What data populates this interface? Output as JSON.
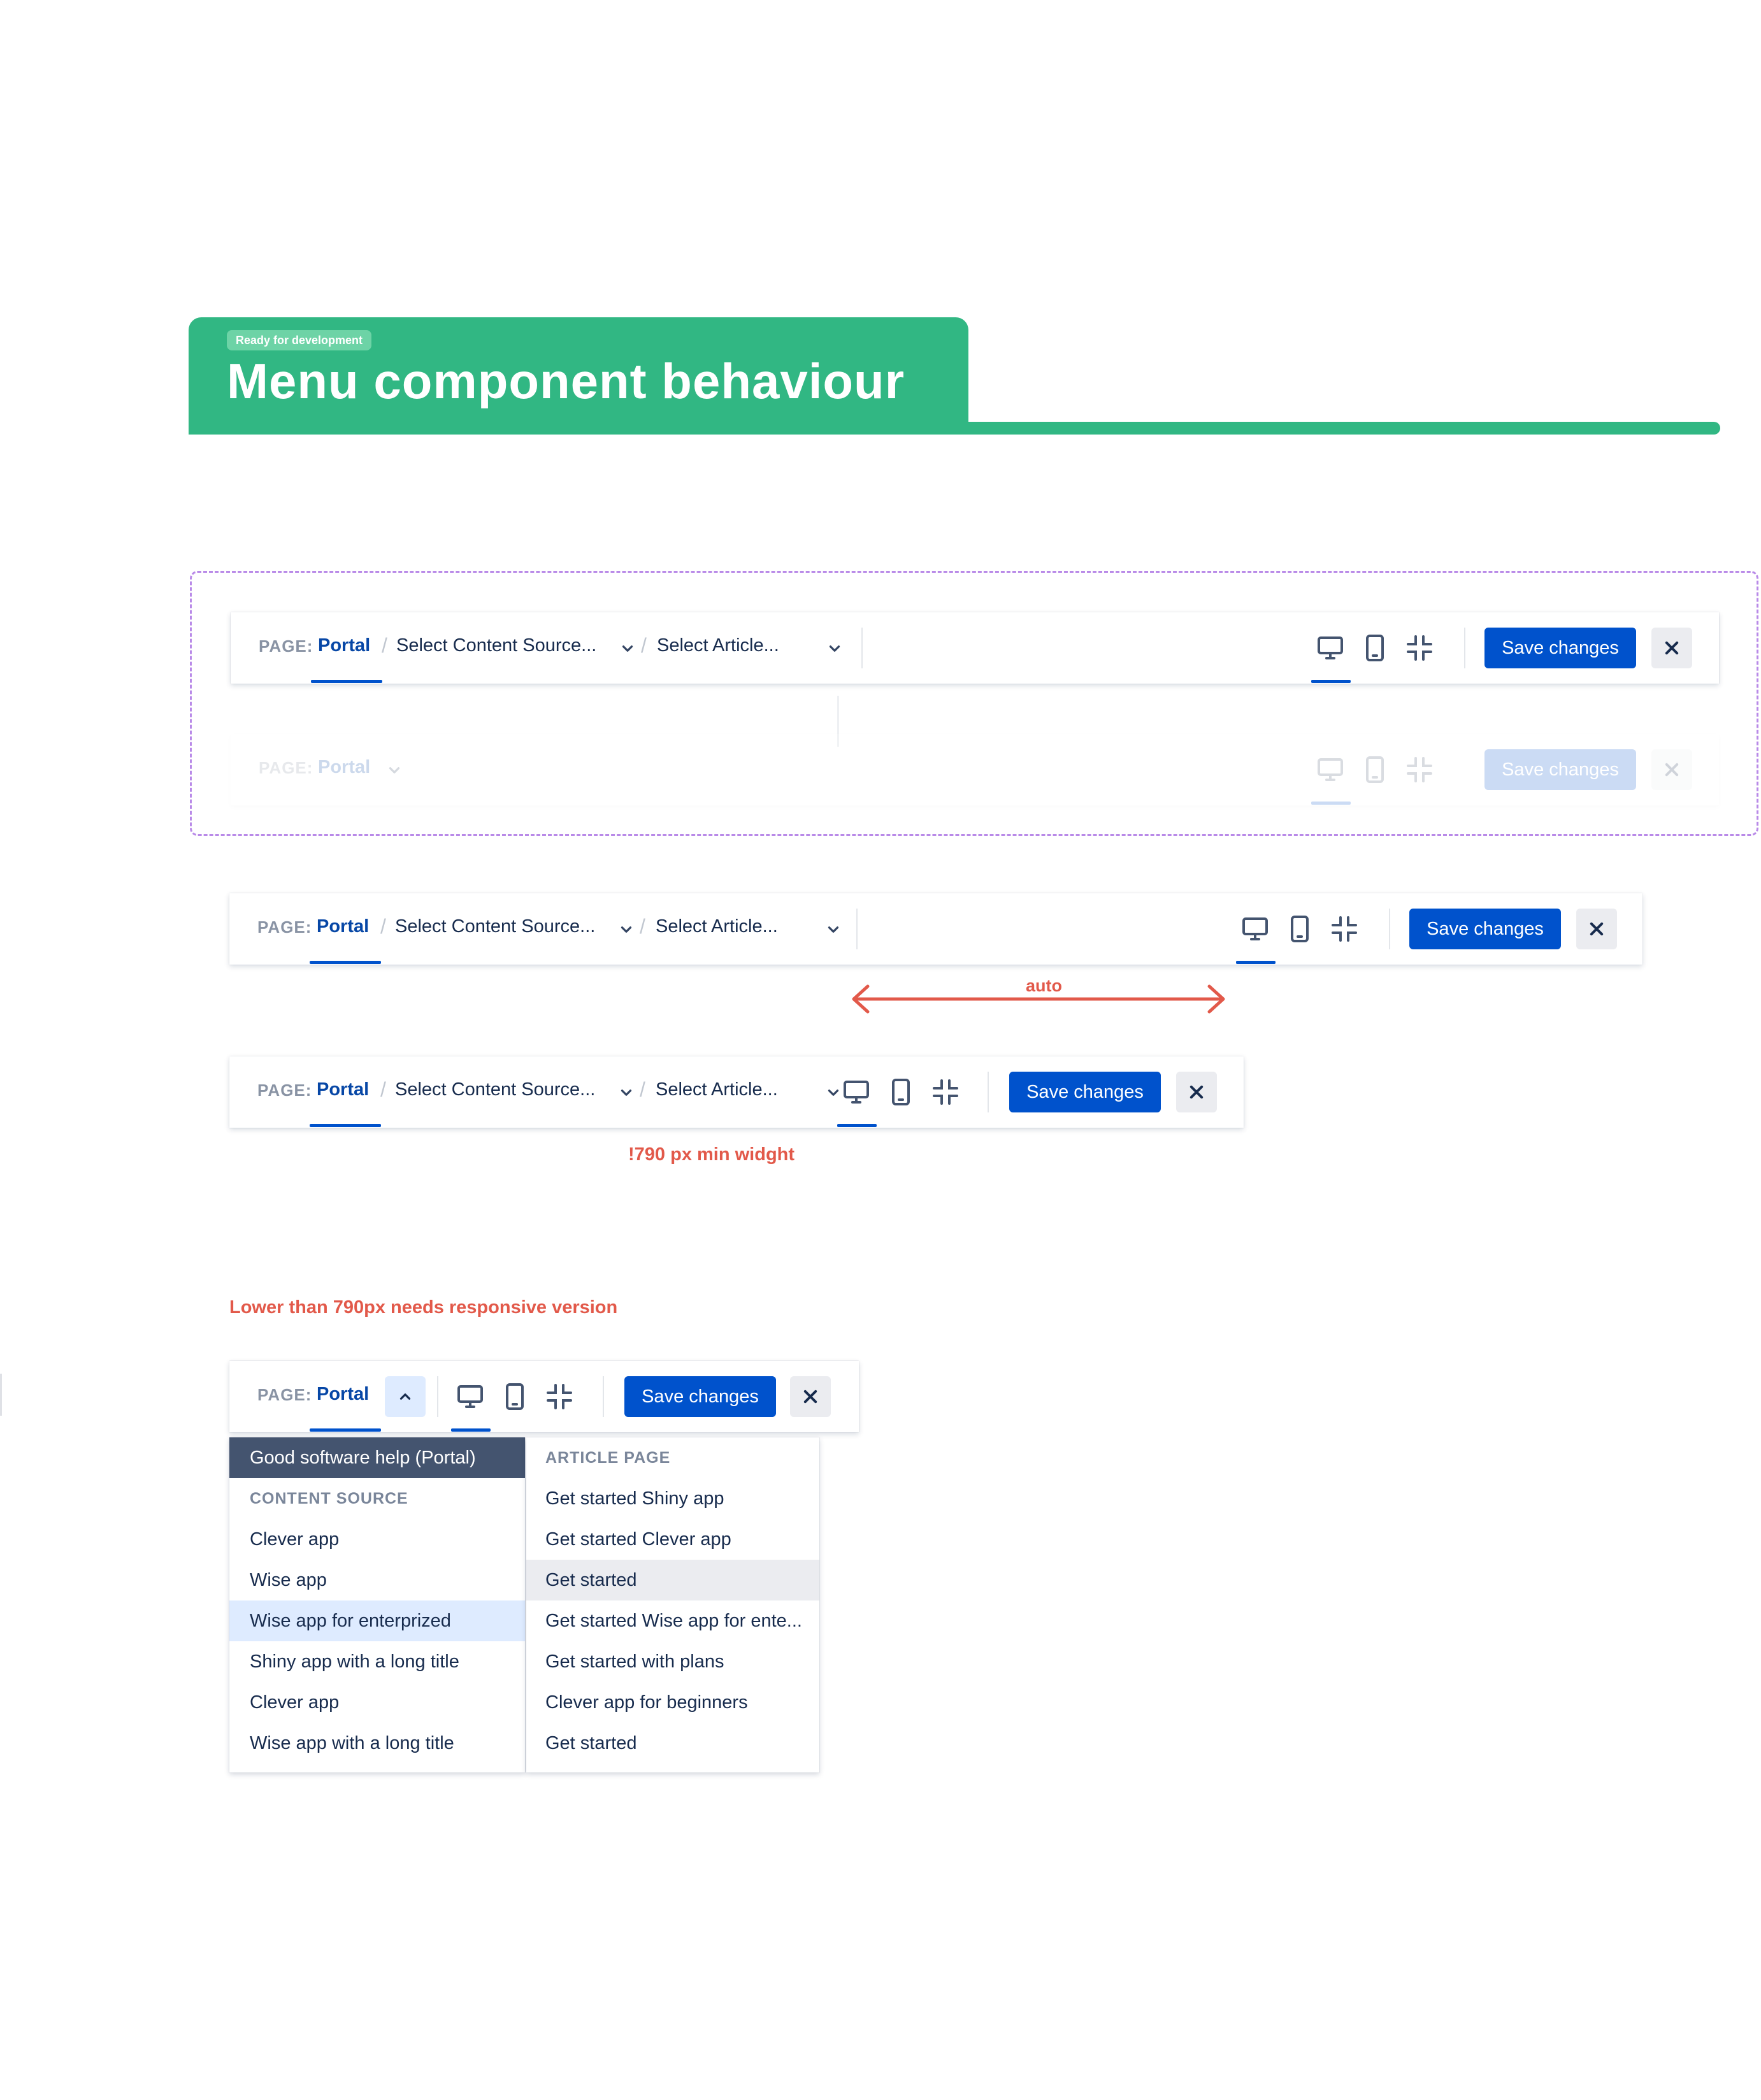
{
  "header": {
    "badge": "Ready for development",
    "title": "Menu component behaviour"
  },
  "toolbar": {
    "page_label": "PAGE:",
    "page_value": "Portal",
    "content_source_placeholder": "Select Content Source...",
    "article_placeholder": "Select Article...",
    "save_label": "Save changes",
    "icons": [
      "desktop-icon",
      "mobile-icon",
      "collapse-icon",
      "close-icon"
    ]
  },
  "annotations": {
    "auto": "auto",
    "min_width": "!790 px min widght",
    "responsive": "Lower than 790px needs responsive version"
  },
  "dropdown": {
    "selected_page": "Good software help (Portal)",
    "content_source_header": "CONTENT SOURCE",
    "content_sources": [
      "Clever app",
      "Wise app",
      "Wise app for enterprized",
      "Shiny app with a long title",
      "Clever app",
      "Wise app with a long title"
    ],
    "article_header": "ARTICLE PAGE",
    "articles": [
      "Get started Shiny app",
      "Get started Clever app",
      "Get started",
      "Get started Wise app for ente...",
      "Get started with plans",
      "Clever app for beginners",
      "Get started"
    ]
  },
  "colors": {
    "brand_green": "#31b783",
    "primary_blue": "#0052cc",
    "annotation_red": "#e2594a",
    "dashed_purple": "#b98ae8"
  }
}
